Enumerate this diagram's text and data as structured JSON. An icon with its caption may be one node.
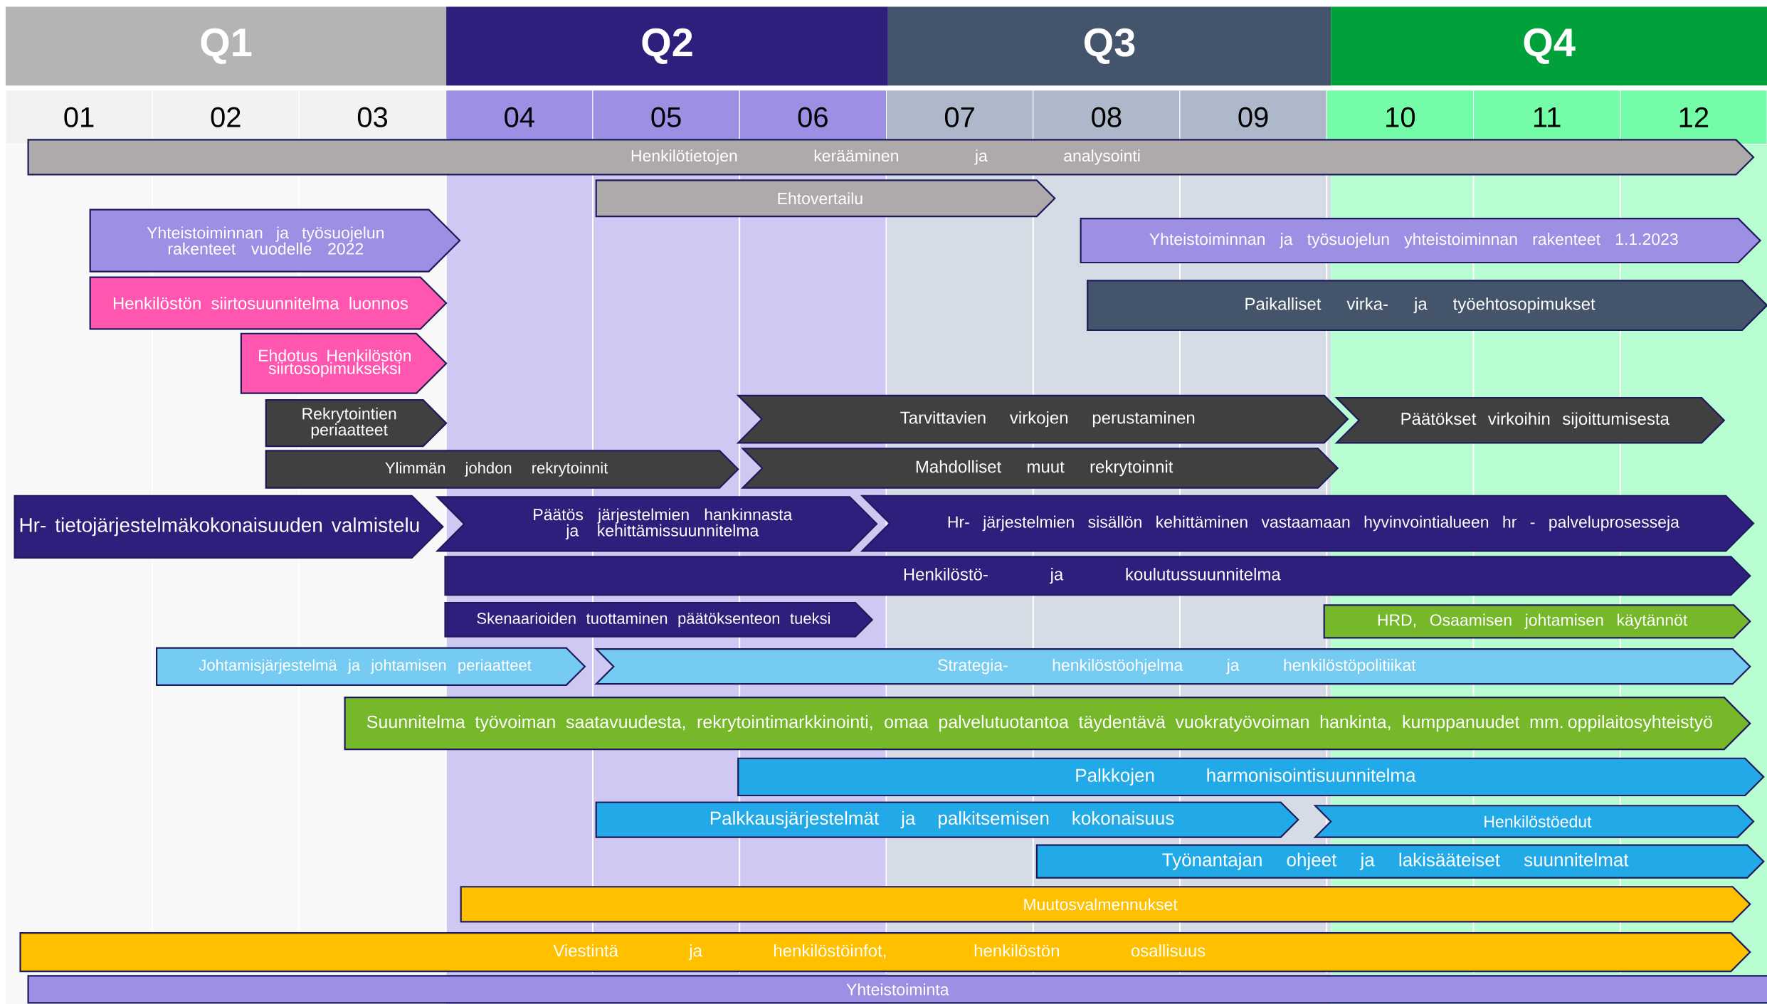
{
  "diagram": {
    "nodes": [
      {
        "text": [
          "Q1"
        ]
      },
      {
        "text": [
          "Q2"
        ]
      },
      {
        "text": [
          "Q3"
        ]
      },
      {
        "text": [
          "Q4"
        ]
      },
      {
        "text": [
          "01"
        ]
      },
      {
        "text": [
          "02"
        ]
      },
      {
        "text": [
          "03"
        ]
      },
      {
        "text": [
          "04"
        ]
      },
      {
        "text": [
          "05"
        ]
      },
      {
        "text": [
          "06"
        ]
      },
      {
        "text": [
          "07"
        ]
      },
      {
        "text": [
          "08"
        ]
      },
      {
        "text": [
          "09"
        ]
      },
      {
        "text": [
          "10"
        ]
      },
      {
        "text": [
          "11"
        ]
      },
      {
        "text": [
          "12"
        ]
      },
      {
        "text": [
          "Henkilötietojen kerääminen ja analysointi"
        ]
      },
      {
        "text": [
          "Ehtovertailu"
        ]
      },
      {
        "text": [
          "Yhteistoiminnan ja työsuojelun rakenteet vuodelle 2022"
        ]
      },
      {
        "text": [
          "Yhteistoiminnan ja työsuojelun yhteistoiminnan rakenteet 1.1.2023"
        ]
      },
      {
        "text": [
          "Henkilöstön siirtosuunnitelma luonnos"
        ]
      },
      {
        "text": [
          "Paikalliset virka- ja työehtosopimukset"
        ]
      },
      {
        "text": [
          "Ehdotus Henkilöstön siirtosopimukseksi"
        ]
      },
      {
        "text": [
          "Rekrytointien periaatteet"
        ]
      },
      {
        "text": [
          "Tarvittavien virkojen perustaminen"
        ]
      },
      {
        "text": [
          "Päätökset virkoihin sijoittumisesta"
        ]
      },
      {
        "text": [
          "Ylimmän johdon rekrytoinnit"
        ]
      },
      {
        "text": [
          "Mahdolliset muut rekrytoinnit"
        ]
      },
      {
        "text": [
          "Hr- tietojärjestelmäkokonaisuuden valmistelu"
        ]
      },
      {
        "text": [
          "Päätös järjestelmien hankinnasta ja kehittämissuunnitelma"
        ]
      },
      {
        "text": [
          "Hr- järjestelmien sisällön kehittäminen vastaamaan hyvinvointialueen hr - palveluprosesseja"
        ]
      },
      {
        "text": [
          "Henkilöstö- ja koulutussuunnitelma"
        ]
      },
      {
        "text": [
          "Skenaarioiden tuottaminen päätöksenteon tueksi"
        ]
      },
      {
        "text": [
          "HRD, Osaamisen johtamisen käytännöt"
        ]
      },
      {
        "text": [
          "Johtamisjärjestelmä ja johtamisen periaatteet"
        ]
      },
      {
        "text": [
          "Strategia- henkilöstöohjelma ja henkilöstöpolitiikat"
        ]
      },
      {
        "text": [
          "Suunnitelma työvoiman saatavuudesta, rekrytointimarkkinointi, omaa palvelutuotantoa täydentävä vuokratyövoiman hankinta, kumppanuudet mm. oppilaitosyhteistyö"
        ]
      },
      {
        "text": [
          "Palkkojen harmonisointisuunnitelma"
        ]
      },
      {
        "text": [
          "Palkkausjärjestelmät ja palkitsemisen kokonaisuus"
        ]
      },
      {
        "text": [
          "Henkilöstöedut"
        ]
      },
      {
        "text": [
          "Työnantajan ohjeet ja lakisääteiset suunnitelmat"
        ]
      },
      {
        "text": [
          "Muutosvalmennukset"
        ]
      },
      {
        "text": [
          "Viestintä ja henkilöstöinfot, henkilöstön osallisuus"
        ]
      },
      {
        "text": [
          "Yhteistoiminta"
        ]
      }
    ]
  }
}
